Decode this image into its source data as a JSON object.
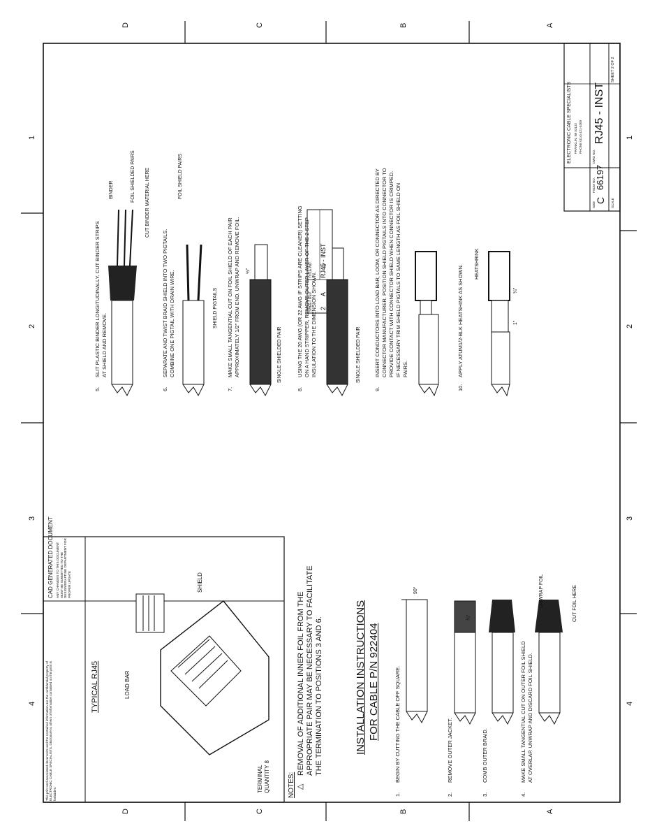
{
  "zones": {
    "rows_top": [
      "D",
      "C",
      "B",
      "A"
    ],
    "rows_bottom": [
      "D",
      "C",
      "B",
      "A"
    ],
    "cols_left": [
      "4",
      "3",
      "2",
      "1"
    ],
    "cols_right": [
      "4",
      "3",
      "2",
      "1"
    ]
  },
  "header_tab": {
    "title_label": "TITLE NO.",
    "title": "RJ45 - INST",
    "sheet_label": "SHEET REV.",
    "sheet": "2",
    "rev": "A"
  },
  "confidential": "This print and associated documents and the contained information are the confidential property of ELECTRONIC CABLE SPECIALISTS. Disclosure to others of information contained on this print is forbidden.",
  "cad_notice": {
    "title": "CAD GENERATED DOCUMENT",
    "body": "ANY CHANGES TO THIS DOCUMENT MUST BE SUBMITTED TO THE DESIGN/DRAFTING DEPARTMENT FOR PROPER UPDATE"
  },
  "typical": {
    "title": "TYPICAL RJ45",
    "load_bar": "LOAD BAR",
    "shield": "SHIELD",
    "terminal": "TERMINAL",
    "terminal_qty": "QUANTITY 8"
  },
  "notes": {
    "heading": "NOTES:",
    "note1_line1": "REMOVAL OF ADDITIONAL INNER FOIL FROM THE",
    "note1_line2": "APPROPRIATE PAIR MAY BE NECESSARY TO FACILITATE",
    "note1_line3": "THE TERMINATION TO POSITIONS 3 AND 6."
  },
  "install": {
    "title_line1": "INSTALLATION INSTRUCTIONS",
    "title_line2": "FOR CABLE P/N 922404"
  },
  "steps": [
    {
      "num": "1.",
      "text": "BEGIN BY CUTTING THE CABLE OFF SQUARE.",
      "label": "90°"
    },
    {
      "num": "2.",
      "text": "REMOVE OUTER JACKET.",
      "label": ""
    },
    {
      "num": "3.",
      "text": "COMB OUTER BRAID.",
      "label": "¾\""
    },
    {
      "num": "4.",
      "text_line1": "MAKE SMALL TANGENTIAL CUT ON OUTER FOIL SHIELD",
      "text_line2": "AT OVERLAP. UNWRAP AND DISCARD FOIL SHIELD.",
      "label1": "UNWRAP FOIL",
      "label2": "CUT FOIL HERE"
    },
    {
      "num": "5.",
      "text_line1": "SLIT PLASTIC BINDER LONGITUDINALLY. CUT BINDER STRIPS",
      "text_line2": "AT SHIELD AND REMOVE.",
      "label1": "BINDER",
      "label2": "FOIL SHIELDED PAIRS",
      "label3": "CUT BINDER MATERIAL HERE"
    },
    {
      "num": "6.",
      "text_line1": "SEPARATE AND TWIST BRAID SHIELD INTO TWO PIGTAILS.",
      "text_line2": "COMBINE ONE PIGTAIL WITH DRAIN WIRE.",
      "label1": "FOIL SHIELD PAIRS",
      "label2": "SHIELD PIGTAILS"
    },
    {
      "num": "7.",
      "text_line1": "MAKE SMALL TANGENTIAL CUT ON FOIL SHIELD OF EACH PAIR",
      "text_line2": "APPROXIMATELY 1/2\" FROM END. UNWRAP AND REMOVE FOIL.",
      "label1": "½\"",
      "label2": "SINGLE SHIELDED PAIR"
    },
    {
      "num": "8.",
      "text_line1": "USING THE 20 AWG (OR 22 AWG IF STRIPS ARE CLEANER) SETTING",
      "text_line2": "ON A HAND STRIPPER, REMOVE OUTER LAYER OF THE 2 STEP",
      "text_line3": "INSULATION TO THE DIMENSION SHOWN.",
      "label1": "⅜\"",
      "label2": "SINGLE SHIELDED PAIR"
    },
    {
      "num": "9.",
      "text_line1": "INSERT CONDUCTORS INTO LOAD BAR, LOOM, OR CONNECTOR AS DIRECTED BY",
      "text_line2": "CONNECTOR MANUFACTURER. POSITION SHIELD PIGTAILS INTO CONNECTOR TO",
      "text_line3": "PROVIDE CONTACT WITH CONNECTOR SHIELD WHEN CONNECTOR IS CRIMPED.",
      "text_line4": "IF NECESSARY TRIM SHIELD PIGTALS TO SAME LENGTH AS FOIL SHIELD ON",
      "text_line5": "PAIRS."
    },
    {
      "num": "10.",
      "text": "APPLY ATUM1/2-BLK HEATSHINK AS SHOWN.",
      "label1": "HEATSHRINK",
      "label2": "1\"",
      "label3": "¼\""
    }
  ],
  "title_block": {
    "company": "ELECTRONIC CABLE SPECIALISTS",
    "address": "FRANKLIN, WI 53132",
    "phone": "PHONE (414) 421-5300",
    "size_label": "SIZE",
    "size": "C",
    "cage_label": "FSCM NO.",
    "cage": "66197",
    "dwg_label": "DWG NO.",
    "dwg": "RJ45 - INST",
    "scale_label": "SCALE",
    "sheet": "SHEET 2 OF 2"
  }
}
